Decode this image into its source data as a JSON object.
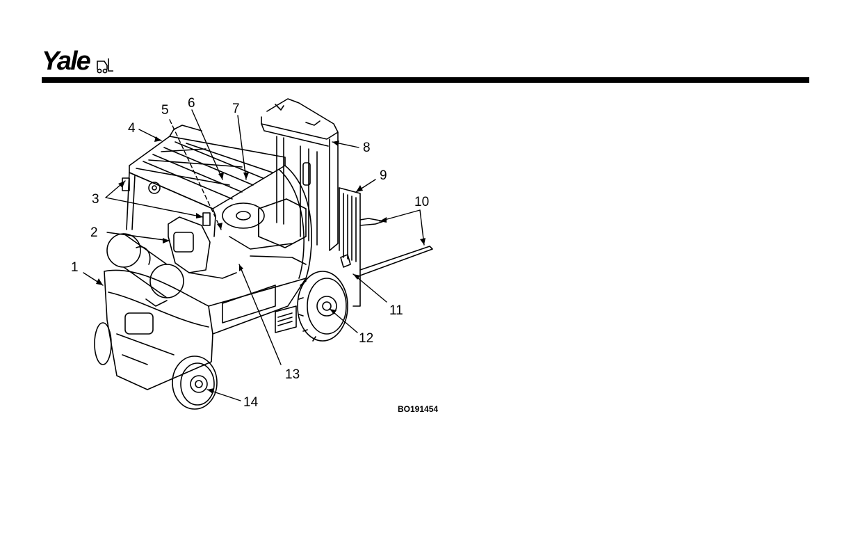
{
  "header": {
    "brand": "Yale",
    "brand_mark": "forklift-icon",
    "rule_color": "#000000"
  },
  "figure": {
    "subject": "forklift",
    "callouts": [
      "1",
      "2",
      "3",
      "4",
      "5",
      "6",
      "7",
      "8",
      "9",
      "10",
      "11",
      "12",
      "13",
      "14"
    ],
    "figure_id": "BO191454"
  }
}
